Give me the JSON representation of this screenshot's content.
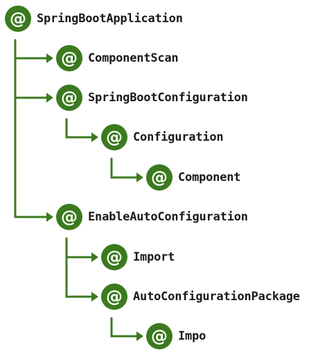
{
  "colors": {
    "accent": "#3b7a1f",
    "line": "#3b7a1f",
    "text": "#1a1a1a"
  },
  "badge_symbol": "@",
  "nodes": [
    {
      "id": "springbootapplication",
      "label": "SpringBootApplication",
      "depth": 0,
      "parent": null
    },
    {
      "id": "componentscan",
      "label": "ComponentScan",
      "depth": 1,
      "parent": "springbootapplication"
    },
    {
      "id": "springbootconfiguration",
      "label": "SpringBootConfiguration",
      "depth": 1,
      "parent": "springbootapplication"
    },
    {
      "id": "configuration",
      "label": "Configuration",
      "depth": 2,
      "parent": "springbootconfiguration"
    },
    {
      "id": "component",
      "label": "Component",
      "depth": 3,
      "parent": "configuration"
    },
    {
      "id": "enableautoconfiguration",
      "label": "EnableAutoConfiguration",
      "depth": 1,
      "parent": "springbootapplication"
    },
    {
      "id": "import",
      "label": "Import",
      "depth": 2,
      "parent": "enableautoconfiguration"
    },
    {
      "id": "autoconfigurationpackage",
      "label": "AutoConfigurationPackage",
      "depth": 2,
      "parent": "enableautoconfiguration"
    },
    {
      "id": "import-2",
      "label": "Impo",
      "depth": 3,
      "parent": "autoconfigurationpackage"
    }
  ]
}
